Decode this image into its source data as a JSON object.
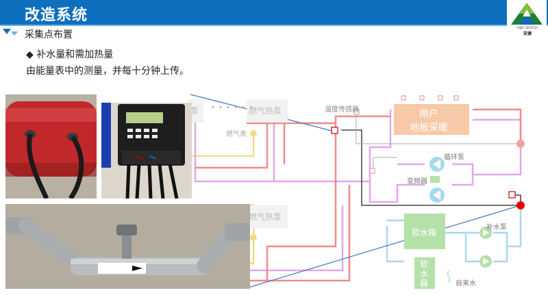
{
  "header": {
    "title": "改造系统",
    "subtitle": "采集点布置",
    "bullet_symbol": "◆",
    "bullet_text": "补水量和需加热量",
    "description": "由能量表中的测量，并每十分钟上传。"
  },
  "logo": {
    "text_en": "ANJIE SERVICES",
    "text_cn": "安捷"
  },
  "diagram": {
    "label_pump_cut": "泵",
    "label_gas_heat_pump_1": "燃气热泵",
    "label_gas_heat_pump_2": "燃气热泵",
    "label_gas_meter": "燃气表",
    "label_temp_sensor": "温度传感器",
    "label_user_line1": "用户",
    "label_user_line2": "地板采暖",
    "label_circ_pump": "循环泵",
    "label_vfd": "变频器",
    "label_softener_tank": "软水箱",
    "label_softener_1": "软",
    "label_softener_2": "水",
    "label_softener_3": "器",
    "label_makeup_pump": "补水泵",
    "label_tap_water": "自来水",
    "dots": "• • • • • •"
  },
  "colors": {
    "header_blue": "#0f6fbf",
    "pipe_red": "#f08a8a",
    "pipe_purple": "#e0a8e8",
    "pipe_blue": "#a8d8ee",
    "pipe_yellow": "#f5d98a",
    "user_box": "#f7c9a8",
    "softener_box": "#b5e0a8",
    "sensor_red": "#e60000",
    "sensor_pink": "#f5a0a0"
  }
}
